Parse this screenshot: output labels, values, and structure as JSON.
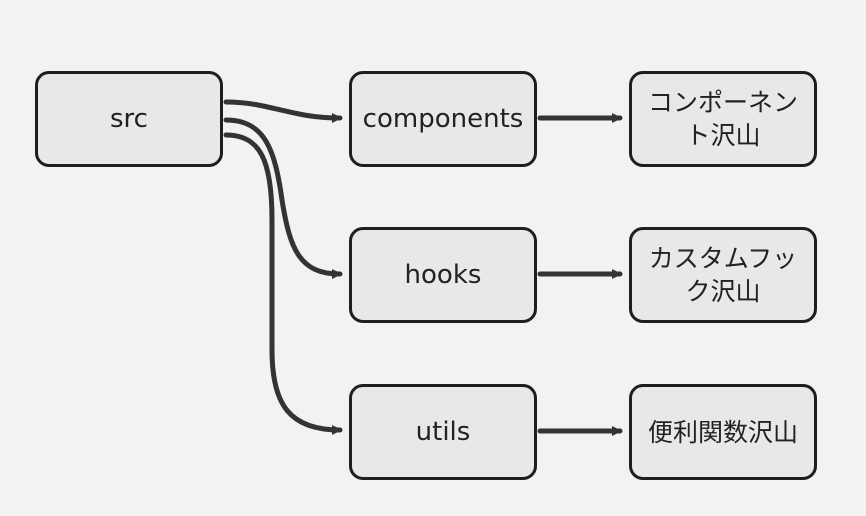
{
  "diagram": {
    "nodes": {
      "src": "src",
      "components": "components",
      "hooks": "hooks",
      "utils": "utils",
      "components_leaf": "コンポーネント沢山",
      "hooks_leaf": "カスタムフック沢山",
      "utils_leaf": "便利関数沢山"
    },
    "edges": [
      {
        "from": "src",
        "to": "components"
      },
      {
        "from": "src",
        "to": "hooks"
      },
      {
        "from": "src",
        "to": "utils"
      },
      {
        "from": "components",
        "to": "components_leaf"
      },
      {
        "from": "hooks",
        "to": "hooks_leaf"
      },
      {
        "from": "utils",
        "to": "utils_leaf"
      }
    ],
    "colors": {
      "background": "#f2f2f2",
      "node_fill": "#e8e8e8",
      "node_border": "#1e1e1e",
      "edge": "#333333",
      "text": "#222222"
    }
  }
}
